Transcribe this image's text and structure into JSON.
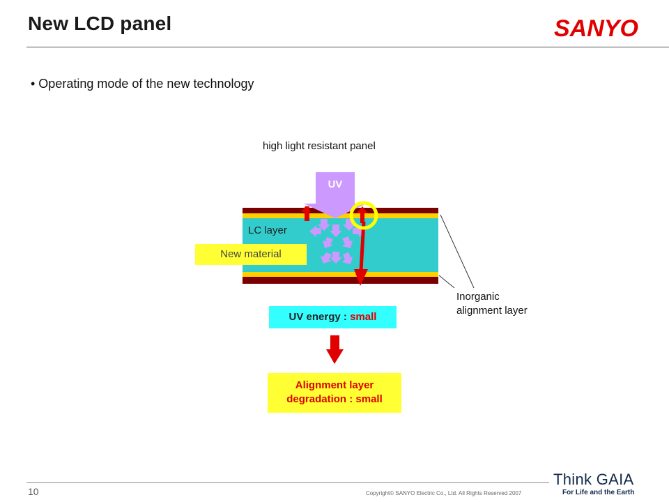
{
  "header": {
    "title": "New LCD panel",
    "brand": "SANYO",
    "brand_color": "#e00000"
  },
  "content": {
    "bullet": "• Operating mode of the new technology",
    "panel_caption": "high light resistant panel",
    "uv_label": "UV",
    "lc_layer_label": "LC layer",
    "new_material_label": "New material",
    "inorganic_label_line1": "Inorganic",
    "inorganic_label_line2": "alignment layer",
    "energy_prefix": "UV energy : ",
    "energy_value": "small",
    "degradation_line1": "Alignment layer",
    "degradation_line2": "degradation : small"
  },
  "colors": {
    "substrate": "#7a0000",
    "alignment": "#ffd000",
    "lc_fill": "#33cccc",
    "uv_arrow": "#cc99ff",
    "scatter_arrow": "#cc99ff",
    "highlight_ring": "#ffff00",
    "red_arrow": "#e00000",
    "energy_box": "#33ffff",
    "degradation_box": "#ffff33"
  },
  "footer": {
    "page_number": "10",
    "copyright": "Copyright© SANYO Electric Co., Ltd. All Rights Reserved 2007",
    "gaia_title": "Think GAIA",
    "gaia_subtitle": "For Life and the Earth"
  }
}
